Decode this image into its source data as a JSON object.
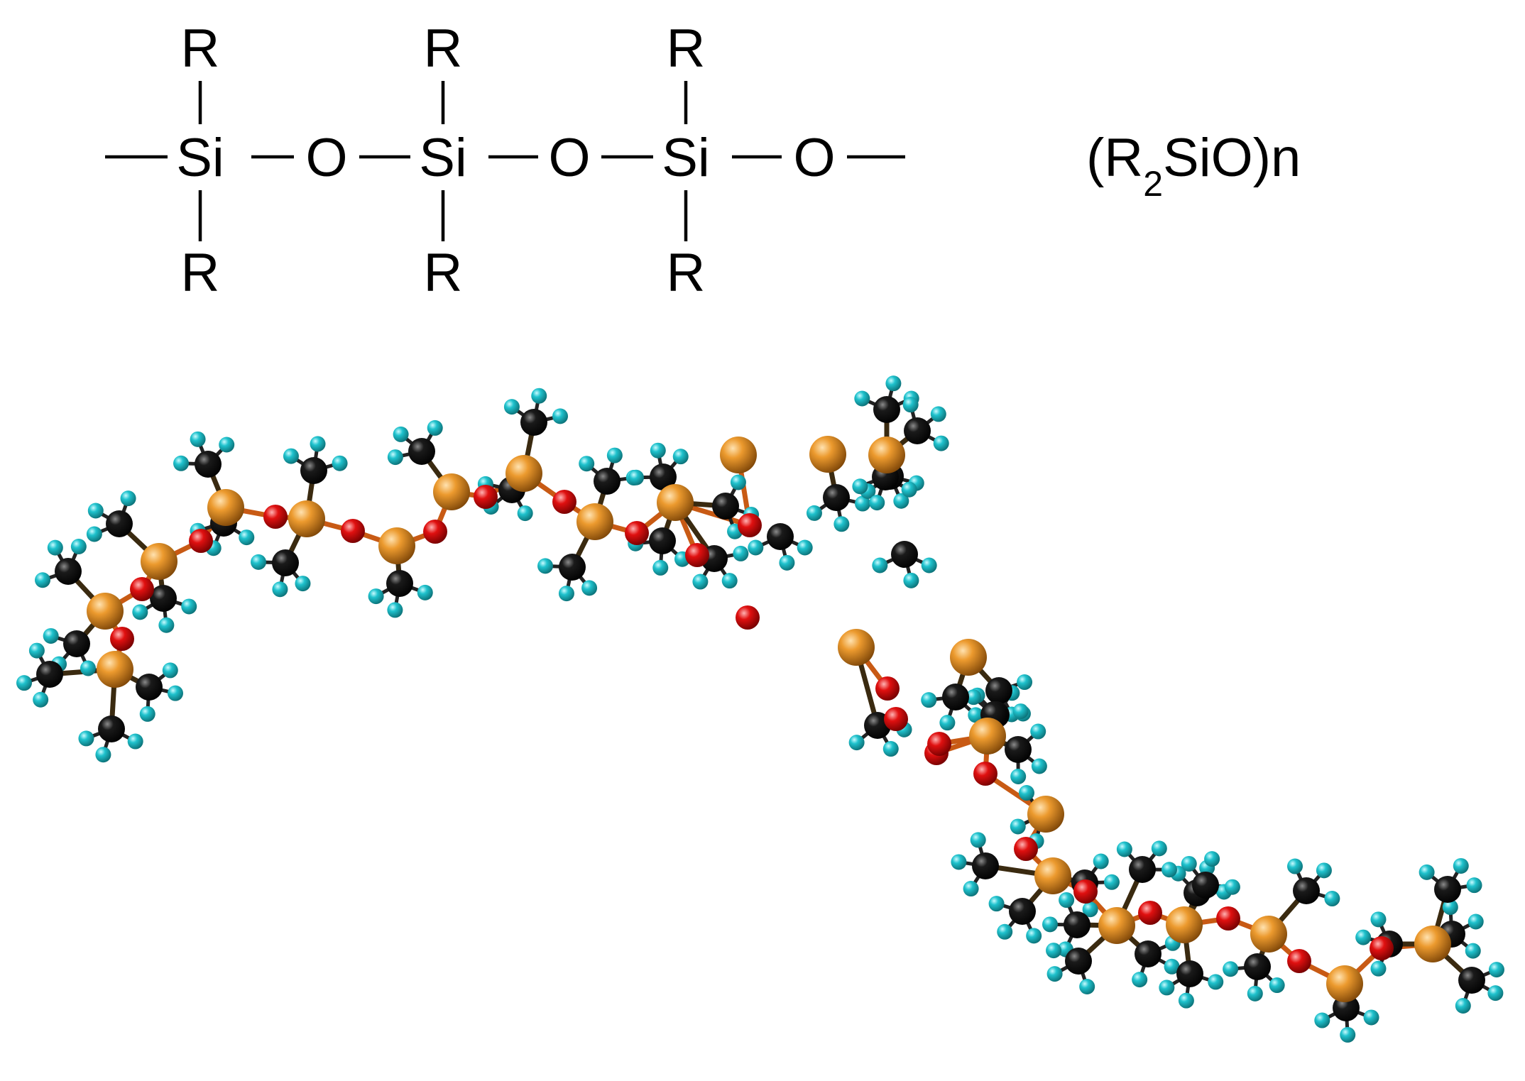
{
  "structure": {
    "substituent": "R",
    "atoms": [
      "Si",
      "O",
      "Si",
      "O",
      "Si",
      "O"
    ]
  },
  "formula": {
    "open": "(R",
    "subscript": "2",
    "tail": "SiO)n"
  },
  "colors": {
    "silicon": "#d4801a",
    "oxygen": "#d40000",
    "carbon": "#0a0a0a",
    "hydrogen": "#17b4bf",
    "bond_si_o": "#c85a14"
  }
}
